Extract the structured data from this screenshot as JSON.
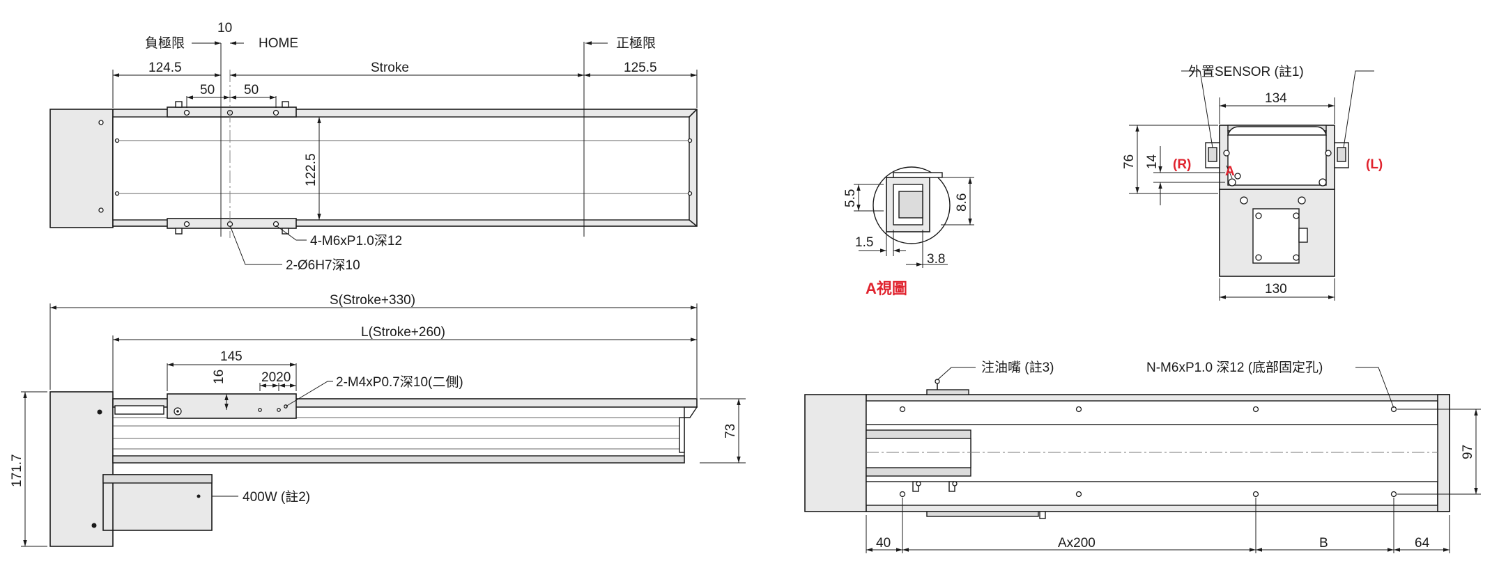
{
  "top_view": {
    "neg_limit": "負極限",
    "home_offset": "10",
    "home": "HOME",
    "pos_limit": "正極限",
    "left_len": "124.5",
    "stroke": "Stroke",
    "right_len": "125.5",
    "pitch_left": "50",
    "pitch_right": "50",
    "width": "122.5",
    "tap_holes": "4-M6xP1.0深12",
    "pin_holes": "2-Ø6H7深10"
  },
  "side_view": {
    "total_len": "S(Stroke+330)",
    "body_len": "L(Stroke+260)",
    "carriage_len": "145",
    "hole_offset": "16",
    "hole_pitch": "2020",
    "side_holes": "2-M4xP0.7深10(二側)",
    "height_body": "73",
    "height_total": "171.7",
    "motor": "400W (註2)"
  },
  "detail_a": {
    "dim_55": "5.5",
    "dim_86": "8.6",
    "dim_15": "1.5",
    "dim_38": "3.8",
    "title": "A視圖"
  },
  "end_view": {
    "sensor": "外置SENSOR (註1)",
    "top_width": "134",
    "height": "76",
    "small_height": "14",
    "right_marker": "(R)",
    "left_marker": "(L)",
    "view_marker": "A",
    "bottom_width": "130"
  },
  "bottom_view": {
    "oil_port": "注油嘴 (註3)",
    "mount_holes": "N-M6xP1.0 深12 (底部固定孔)",
    "dim_40": "40",
    "dim_ax200": "Ax200",
    "dim_b": "B",
    "dim_64": "64",
    "dim_97": "97"
  }
}
